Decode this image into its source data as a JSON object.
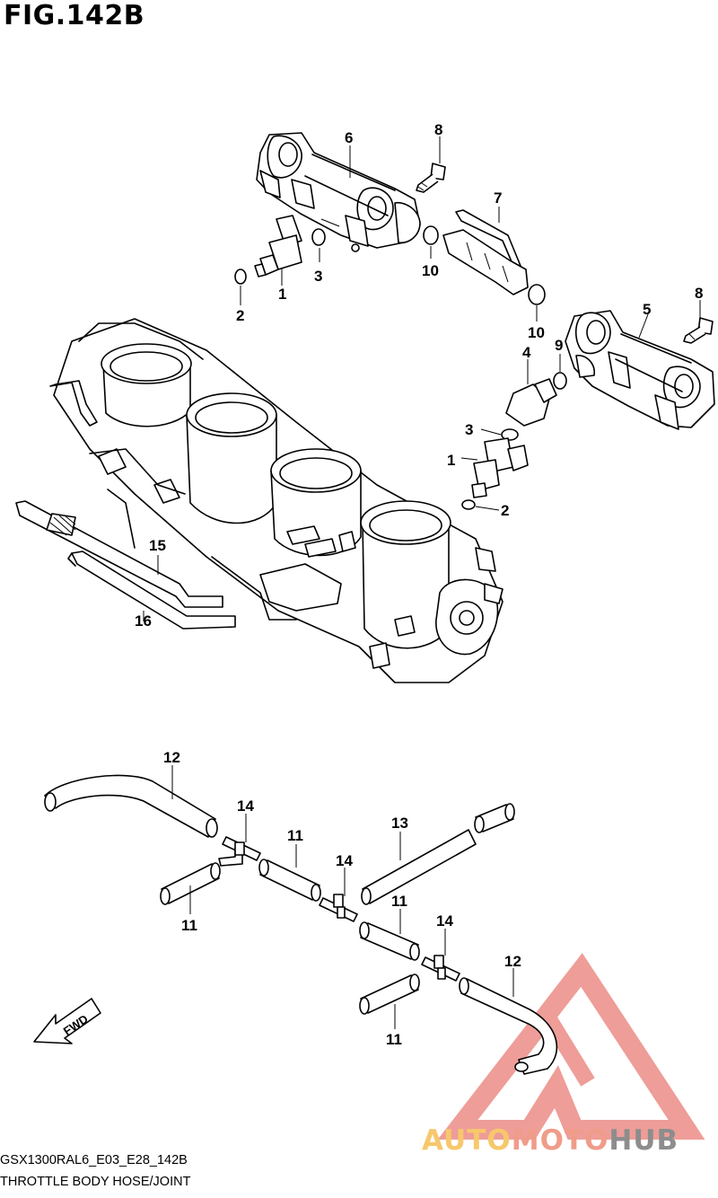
{
  "figure": {
    "title": "FIG.142B",
    "footer_code": "GSX1300RAL6_E03_E28_142B",
    "footer_description": "THROTTLE BODY HOSE/JOINT"
  },
  "direction_arrow": {
    "label": "FWD"
  },
  "watermark": {
    "part1": "AUTO",
    "part2": "MOTO",
    "part3": "HUB",
    "colors": {
      "auto": "#f7c86b",
      "moto": "#f09c8a",
      "hub": "#8d8d8d",
      "triangle": "#ec8c87"
    }
  },
  "callouts": [
    {
      "id": "c1a",
      "label": "1"
    },
    {
      "id": "c2a",
      "label": "2"
    },
    {
      "id": "c3a",
      "label": "3"
    },
    {
      "id": "c6",
      "label": "6"
    },
    {
      "id": "c8a",
      "label": "8"
    },
    {
      "id": "c7",
      "label": "7"
    },
    {
      "id": "c10a",
      "label": "10"
    },
    {
      "id": "c10b",
      "label": "10"
    },
    {
      "id": "c8b",
      "label": "8"
    },
    {
      "id": "c5",
      "label": "5"
    },
    {
      "id": "c9",
      "label": "9"
    },
    {
      "id": "c4",
      "label": "4"
    },
    {
      "id": "c3b",
      "label": "3"
    },
    {
      "id": "c1b",
      "label": "1"
    },
    {
      "id": "c2b",
      "label": "2"
    },
    {
      "id": "c15",
      "label": "15"
    },
    {
      "id": "c16",
      "label": "16"
    },
    {
      "id": "c12a",
      "label": "12"
    },
    {
      "id": "c14a",
      "label": "14"
    },
    {
      "id": "c11a",
      "label": "11"
    },
    {
      "id": "c13",
      "label": "13"
    },
    {
      "id": "c14b",
      "label": "14"
    },
    {
      "id": "c11b",
      "label": "11"
    },
    {
      "id": "c11c",
      "label": "11"
    },
    {
      "id": "c14c",
      "label": "14"
    },
    {
      "id": "c12b",
      "label": "12"
    },
    {
      "id": "c11d",
      "label": "11"
    }
  ]
}
